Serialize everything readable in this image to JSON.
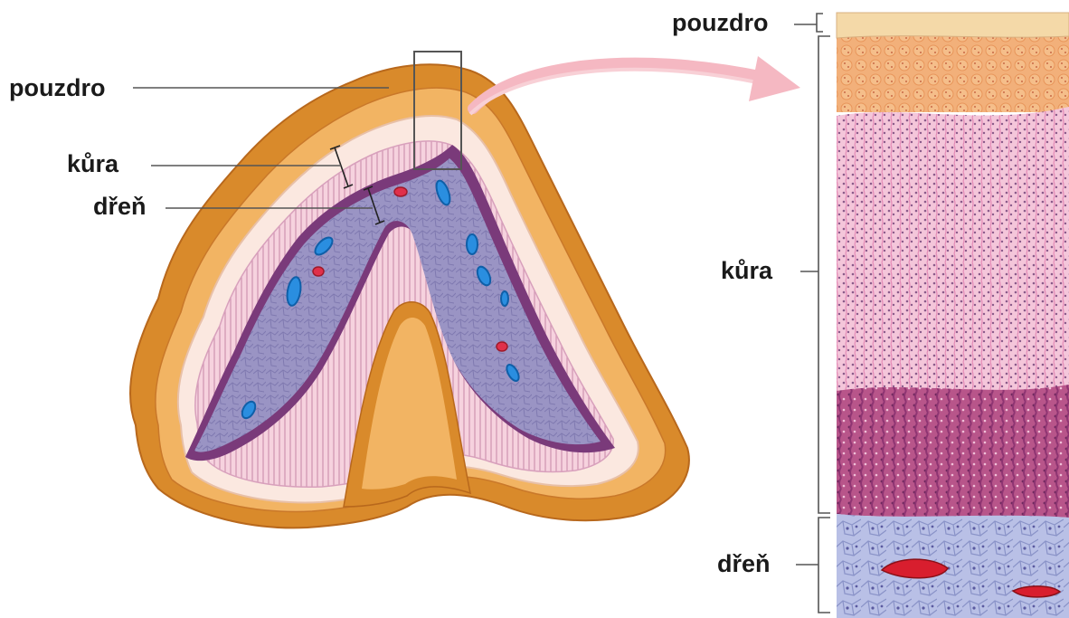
{
  "labels": {
    "left": {
      "capsule": "pouzdro",
      "cortex": "kůra",
      "medulla": "dřeň"
    },
    "right": {
      "capsule": "pouzdro",
      "cortex": "kůra",
      "medulla": "dřeň"
    }
  },
  "colors": {
    "capsule_outer": "#d98a2b",
    "capsule_light": "#f2b463",
    "cortex_pink": "#f3c9d6",
    "cortex_lines": "#c98aa8",
    "medulla_purple": "#9a8fc0",
    "medulla_border": "#7a3a7a",
    "vein_blue": "#2a8ee0",
    "artery_red": "#e0304a",
    "arrow_pink": "#f5b8c2",
    "zona_glom": "#f2b07a",
    "zona_fasc": "#f0b8d4",
    "zona_retic": "#b8558a",
    "medulla_panel": "#b9c0e6"
  },
  "icons": {
    "zoom_box": "rectangle-outline",
    "zoom_arrow": "curved-arrow"
  }
}
